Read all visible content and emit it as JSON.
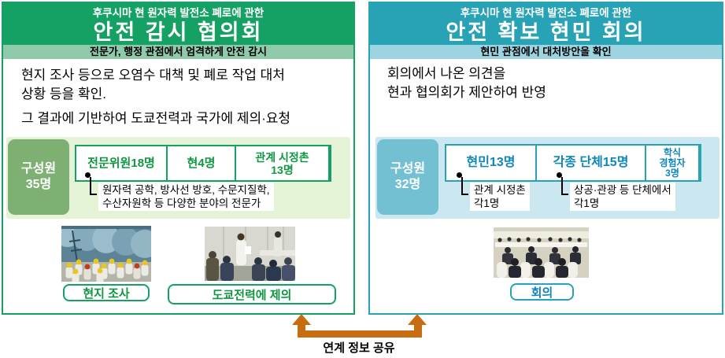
{
  "colors": {
    "left_accent": "#16a164",
    "left_subtitle_bg": "#8fcbaa",
    "left_panel_fill": "#e4f3d6",
    "left_member_fill": "#7fb073",
    "left_box_text": "#0f9640",
    "right_accent": "#28a2b5",
    "right_subtitle_bg": "#9cd5e1",
    "right_panel_fill": "#cbe7ef",
    "right_member_fill": "#72c0d2",
    "right_box_text": "#0f86b8",
    "link_arrow": "#c86c10"
  },
  "left_panel": {
    "supertitle": "후쿠시마 현 원자력 발전소 폐로에 관한",
    "title": "안전 감시 협의회",
    "subtitle": "전문가, 행정 관점에서 엄격하게 안전 감시",
    "description": {
      "line1": "현지 조사 등으로 오염수 대책 및 폐로 작업 대처",
      "line2": "상황 등을 확인.",
      "line3": "그 결과에 기반하여 도쿄전력과 국가에 제의·요청"
    },
    "members": {
      "total_line1": "구성원",
      "total_line2": "35명",
      "groups": [
        {
          "line1": "전문위원18명"
        },
        {
          "line1": "현4명"
        },
        {
          "line1": "관계 시정촌",
          "line2": "13명"
        }
      ],
      "note_line1": "원자력 공학, 방사선 방호, 수문지질학,",
      "note_line2": "수산자원학 등 다양한 분야의 전문가"
    },
    "photos": [
      {
        "caption": "현지 조사"
      },
      {
        "caption": "도쿄전력에 제의"
      }
    ]
  },
  "right_panel": {
    "supertitle": "후쿠시마 현 원자력 발전소 폐로에 관한",
    "title": "안전 확보 현민 회의",
    "subtitle": "현민 관점에서 대처방안을 확인",
    "description": {
      "line1": "회의에서 나온 의견을",
      "line2": "현과 협의회가 제안하여 반영"
    },
    "members": {
      "total_line1": "구성원",
      "total_line2": "32명",
      "groups": [
        {
          "line1": "현민13명"
        },
        {
          "line1": "각종 단체15명"
        },
        {
          "line1": "학식",
          "line2": "경험자",
          "line3": "3명"
        }
      ],
      "notes": [
        {
          "line1": "관계 시정촌",
          "line2": "각1명"
        },
        {
          "line1": "상공·관광 등 단체에서",
          "line2": "각1명"
        }
      ]
    },
    "photo": {
      "caption": "회의"
    }
  },
  "footer": {
    "link_label": "연계 정보 공유"
  }
}
